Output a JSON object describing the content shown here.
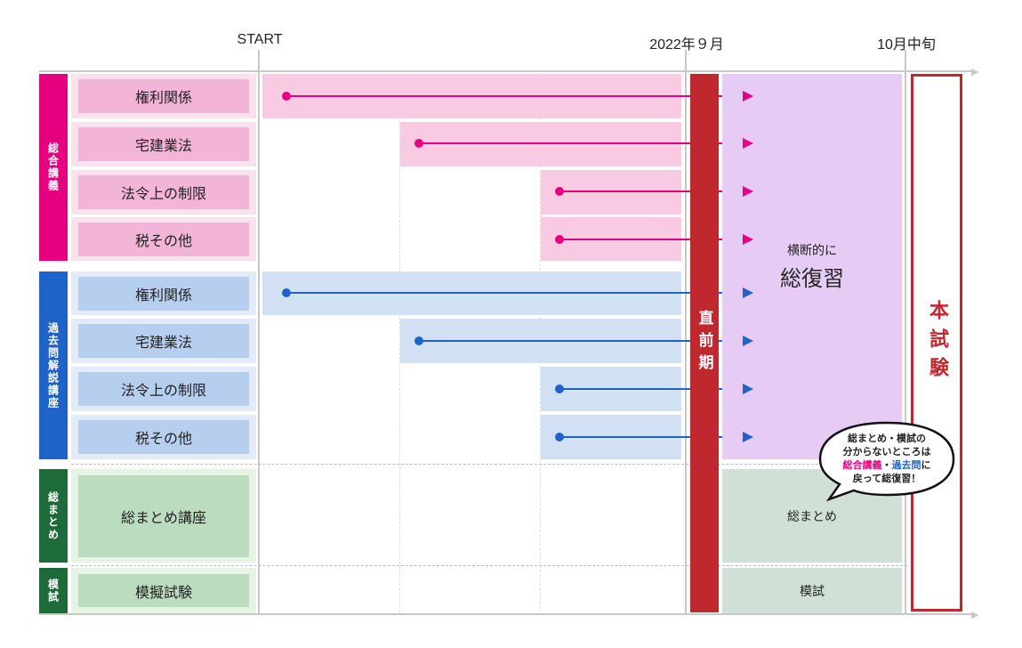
{
  "header": {
    "start": "START",
    "sep": "2022年９月",
    "exam": "10月中旬"
  },
  "sections": [
    {
      "label": "総合講義",
      "color": "#e4007f",
      "rows": [
        "権利関係",
        "宅建業法",
        "法令上の制限",
        "税その他"
      ]
    },
    {
      "label": "過去問解説講座",
      "color": "#1e64c8",
      "rows": [
        "権利関係",
        "宅建業法",
        "法令上の制限",
        "税その他"
      ]
    },
    {
      "label": "総まとめ",
      "color": "#1e6b3a",
      "rows": [
        "総まとめ講座"
      ]
    },
    {
      "label": "模試",
      "color": "#1e6b3a",
      "rows": [
        "模擬試験"
      ]
    }
  ],
  "phase": {
    "label": "直前期",
    "color": "#c0282f"
  },
  "review": {
    "line1": "横断的に",
    "line2": "総復習"
  },
  "summary": "総まとめ",
  "mock": "模試",
  "exam": {
    "label": "本試験",
    "color": "#c0282f"
  },
  "bubble": {
    "l1": "総まとめ・模試の",
    "l2": "分からないところは",
    "pink": "総合講義",
    "dot": "・",
    "blue": "過去問",
    "ni": "に",
    "l4": "戻って総復習！"
  }
}
